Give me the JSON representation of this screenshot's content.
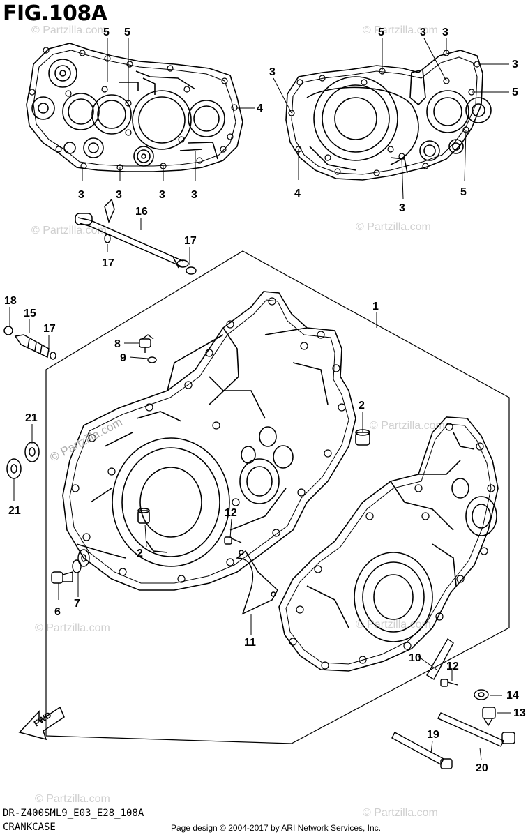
{
  "figure": {
    "title": "FIG.108A",
    "diagram_code": "DR-Z400SML9_E03_E28_108A",
    "section_name": "CRANKCASE",
    "credit": "Page design © 2004-2017 by ARI Network Services, Inc.",
    "fwd_label": "FWD"
  },
  "watermarks": {
    "primary": "© Partzilla.com",
    "secondary": "© Partzilla.com"
  },
  "callouts": {
    "c1": "1",
    "c2a": "2",
    "c2b": "2",
    "c3a": "3",
    "c3b": "3",
    "c3c": "3",
    "c3d": "3",
    "c3e": "3",
    "c3f": "3",
    "c3g": "3",
    "c3h": "3",
    "c4a": "4",
    "c4b": "4",
    "c5a": "5",
    "c5b": "5",
    "c5c": "5",
    "c5d": "5",
    "c5e": "5",
    "c6": "6",
    "c7": "7",
    "c8": "8",
    "c9": "9",
    "c10": "10",
    "c11": "11",
    "c12a": "12",
    "c12b": "12",
    "c13": "13",
    "c14": "14",
    "c15": "15",
    "c16": "16",
    "c17a": "17",
    "c17b": "17",
    "c17c": "17",
    "c18": "18",
    "c19": "19",
    "c20": "20",
    "c21a": "21",
    "c21b": "21"
  }
}
